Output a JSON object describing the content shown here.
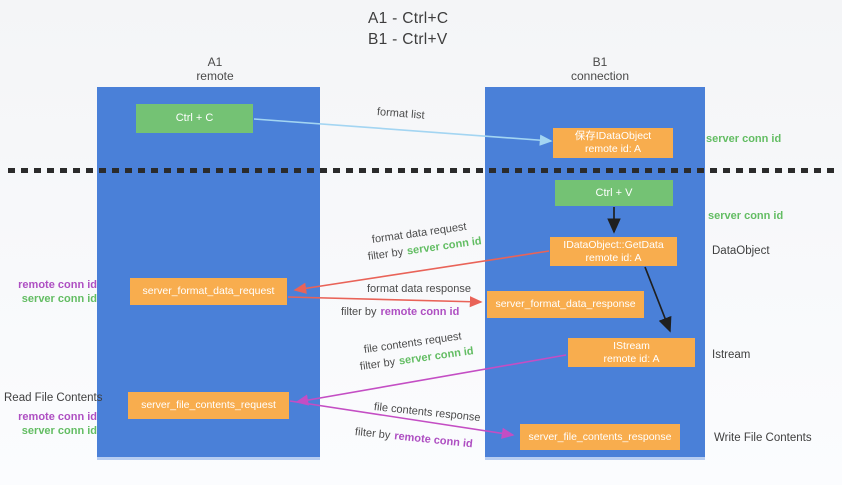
{
  "title": {
    "line1": "A1 - Ctrl+C",
    "line2": "B1 - Ctrl+V"
  },
  "lanes": {
    "a": {
      "name": "A1",
      "role": "remote"
    },
    "b": {
      "name": "B1",
      "role": "connection"
    }
  },
  "nodes": {
    "ctrl_c": "Ctrl + C",
    "ctrl_v": "Ctrl + V",
    "save_dataobject_line1": "保存IDataObject",
    "save_dataobject_line2": "remote id: A",
    "getdata_line1": "IDataObject::GetData",
    "getdata_line2": "remote id: A",
    "format_request": "server_format_data_request",
    "format_response": "server_format_data_response",
    "istream_line1": "IStream",
    "istream_line2": "remote id: A",
    "file_request": "server_file_contents_request",
    "file_response": "server_file_contents_response"
  },
  "labels": {
    "format_list": "format list",
    "format_data_request": "format data request",
    "format_data_response": "format data response",
    "file_contents_request": "file contents request",
    "file_contents_response": "file contents response",
    "filter_by": "filter by",
    "server_conn_id": "server conn id",
    "remote_conn_id": "remote conn id"
  },
  "annotations": {
    "server_conn_id_save": "server conn id",
    "server_conn_id_paste": "server conn id",
    "dataobject": "DataObject",
    "istream": "Istream",
    "write_file_contents": "Write File Contents",
    "read_file_contents": "Read File Contents",
    "remote_conn_id_format": "remote conn id",
    "server_conn_id_format": "server conn id",
    "remote_conn_id_file": "remote conn id",
    "server_conn_id_file": "server conn id"
  },
  "colors": {
    "lane_blue": "#4a80d8",
    "node_orange": "#f8ad4e",
    "node_green": "#74c274",
    "arrow_light_blue": "#a3d5f2",
    "arrow_red": "#e96358",
    "arrow_magenta": "#c44ec4",
    "arrow_black": "#1f1f1f",
    "text_green": "#63bd63",
    "text_purple": "#ae4fc2"
  }
}
